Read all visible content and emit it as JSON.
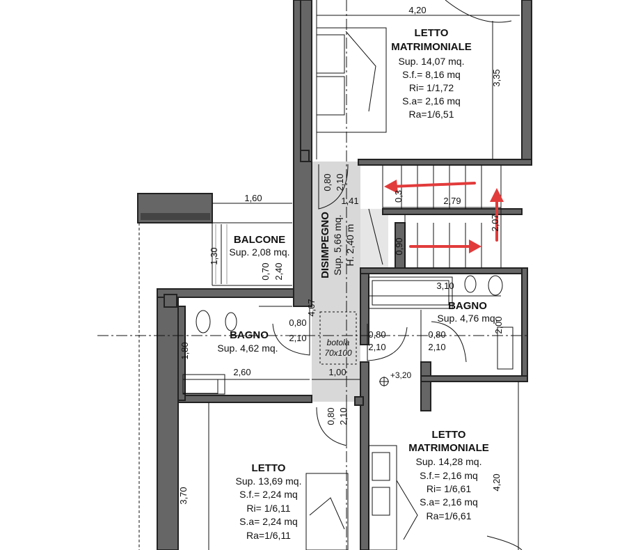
{
  "colors": {
    "wall": "#666666",
    "corridor": "#d8d8d8",
    "arrow": "#e23b3b",
    "line": "#111111"
  },
  "rooms": {
    "master_top": {
      "title1": "LETTO",
      "title2": "MATRIMONIALE",
      "lines": [
        "Sup. 14,07 mq.",
        "S.f.= 8,16 mq",
        "Ri= 1/1,72",
        "S.a= 2,16 mq",
        "Ra=1/6,51"
      ]
    },
    "balcone": {
      "title": "BALCONE",
      "sup": "Sup. 2,08 mq."
    },
    "disimpegno": {
      "title": "DISIMPEGNO",
      "sup": "Sup. 5,66 mq.",
      "height": "H. 2,40 m"
    },
    "bagno_left": {
      "title": "BAGNO",
      "sup": "Sup. 4,62 mq."
    },
    "bagno_right": {
      "title": "BAGNO",
      "sup": "Sup. 4,76 mq."
    },
    "botola": {
      "line1": "botola",
      "line2": "70x100"
    },
    "letto": {
      "title": "LETTO",
      "lines": [
        "Sup. 13,69 mq.",
        "S.f.= 2,24 mq",
        "Ri= 1/6,11",
        "S.a= 2,24 mq",
        "Ra=1/6,11"
      ]
    },
    "master_bottom": {
      "title1": "LETTO",
      "title2": "MATRIMONIALE",
      "lines": [
        "Sup. 14,28 mq.",
        "S.f.= 2,16 mq",
        "Ri= 1/6,61",
        "S.a= 2,16 mq",
        "Ra=1/6,61"
      ]
    }
  },
  "dimensions": {
    "top_width": "4,20",
    "top_height": "3,35",
    "balcone_width": "1,60",
    "balcone_height": "1,30",
    "balcone_door_w": "0,70",
    "balcone_door_h": "2,40",
    "corridor_door_w": "0,80",
    "corridor_door_h": "2,10",
    "corridor_width": "1,41",
    "stair_landing": "0,3",
    "stair_width": "2,79",
    "stair_height": "2,07",
    "stair_flight": "0,90",
    "bath_right_width": "3,10",
    "bath_right_height": "2,00",
    "wall_thickness": "4,67",
    "bath_left_door_w": "0,80",
    "bath_left_door_h": "2,10",
    "corridor_mid_door_w": "0,80",
    "corridor_mid_door_h": "2,10",
    "bath_right_door_w": "0,80",
    "bath_right_door_h": "2,10",
    "bath_left_height": "1,80",
    "bath_left_width": "2,60",
    "corridor_lower_width": "1,00",
    "level": "+3,20",
    "letto_door_w": "0,80",
    "letto_door_h": "2,10",
    "letto_height": "3,70",
    "master_bottom_height": "4,20"
  }
}
